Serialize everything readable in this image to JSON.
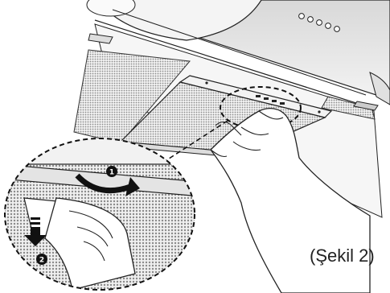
{
  "figure": {
    "caption": "(Şekil 2)",
    "step_badges": [
      {
        "number": "1",
        "icon": "rotate-arrow-icon"
      },
      {
        "number": "2",
        "icon": "pull-down-arrow-icon"
      }
    ],
    "hood_control_buttons": 5,
    "filter_latch_slots": 4
  }
}
